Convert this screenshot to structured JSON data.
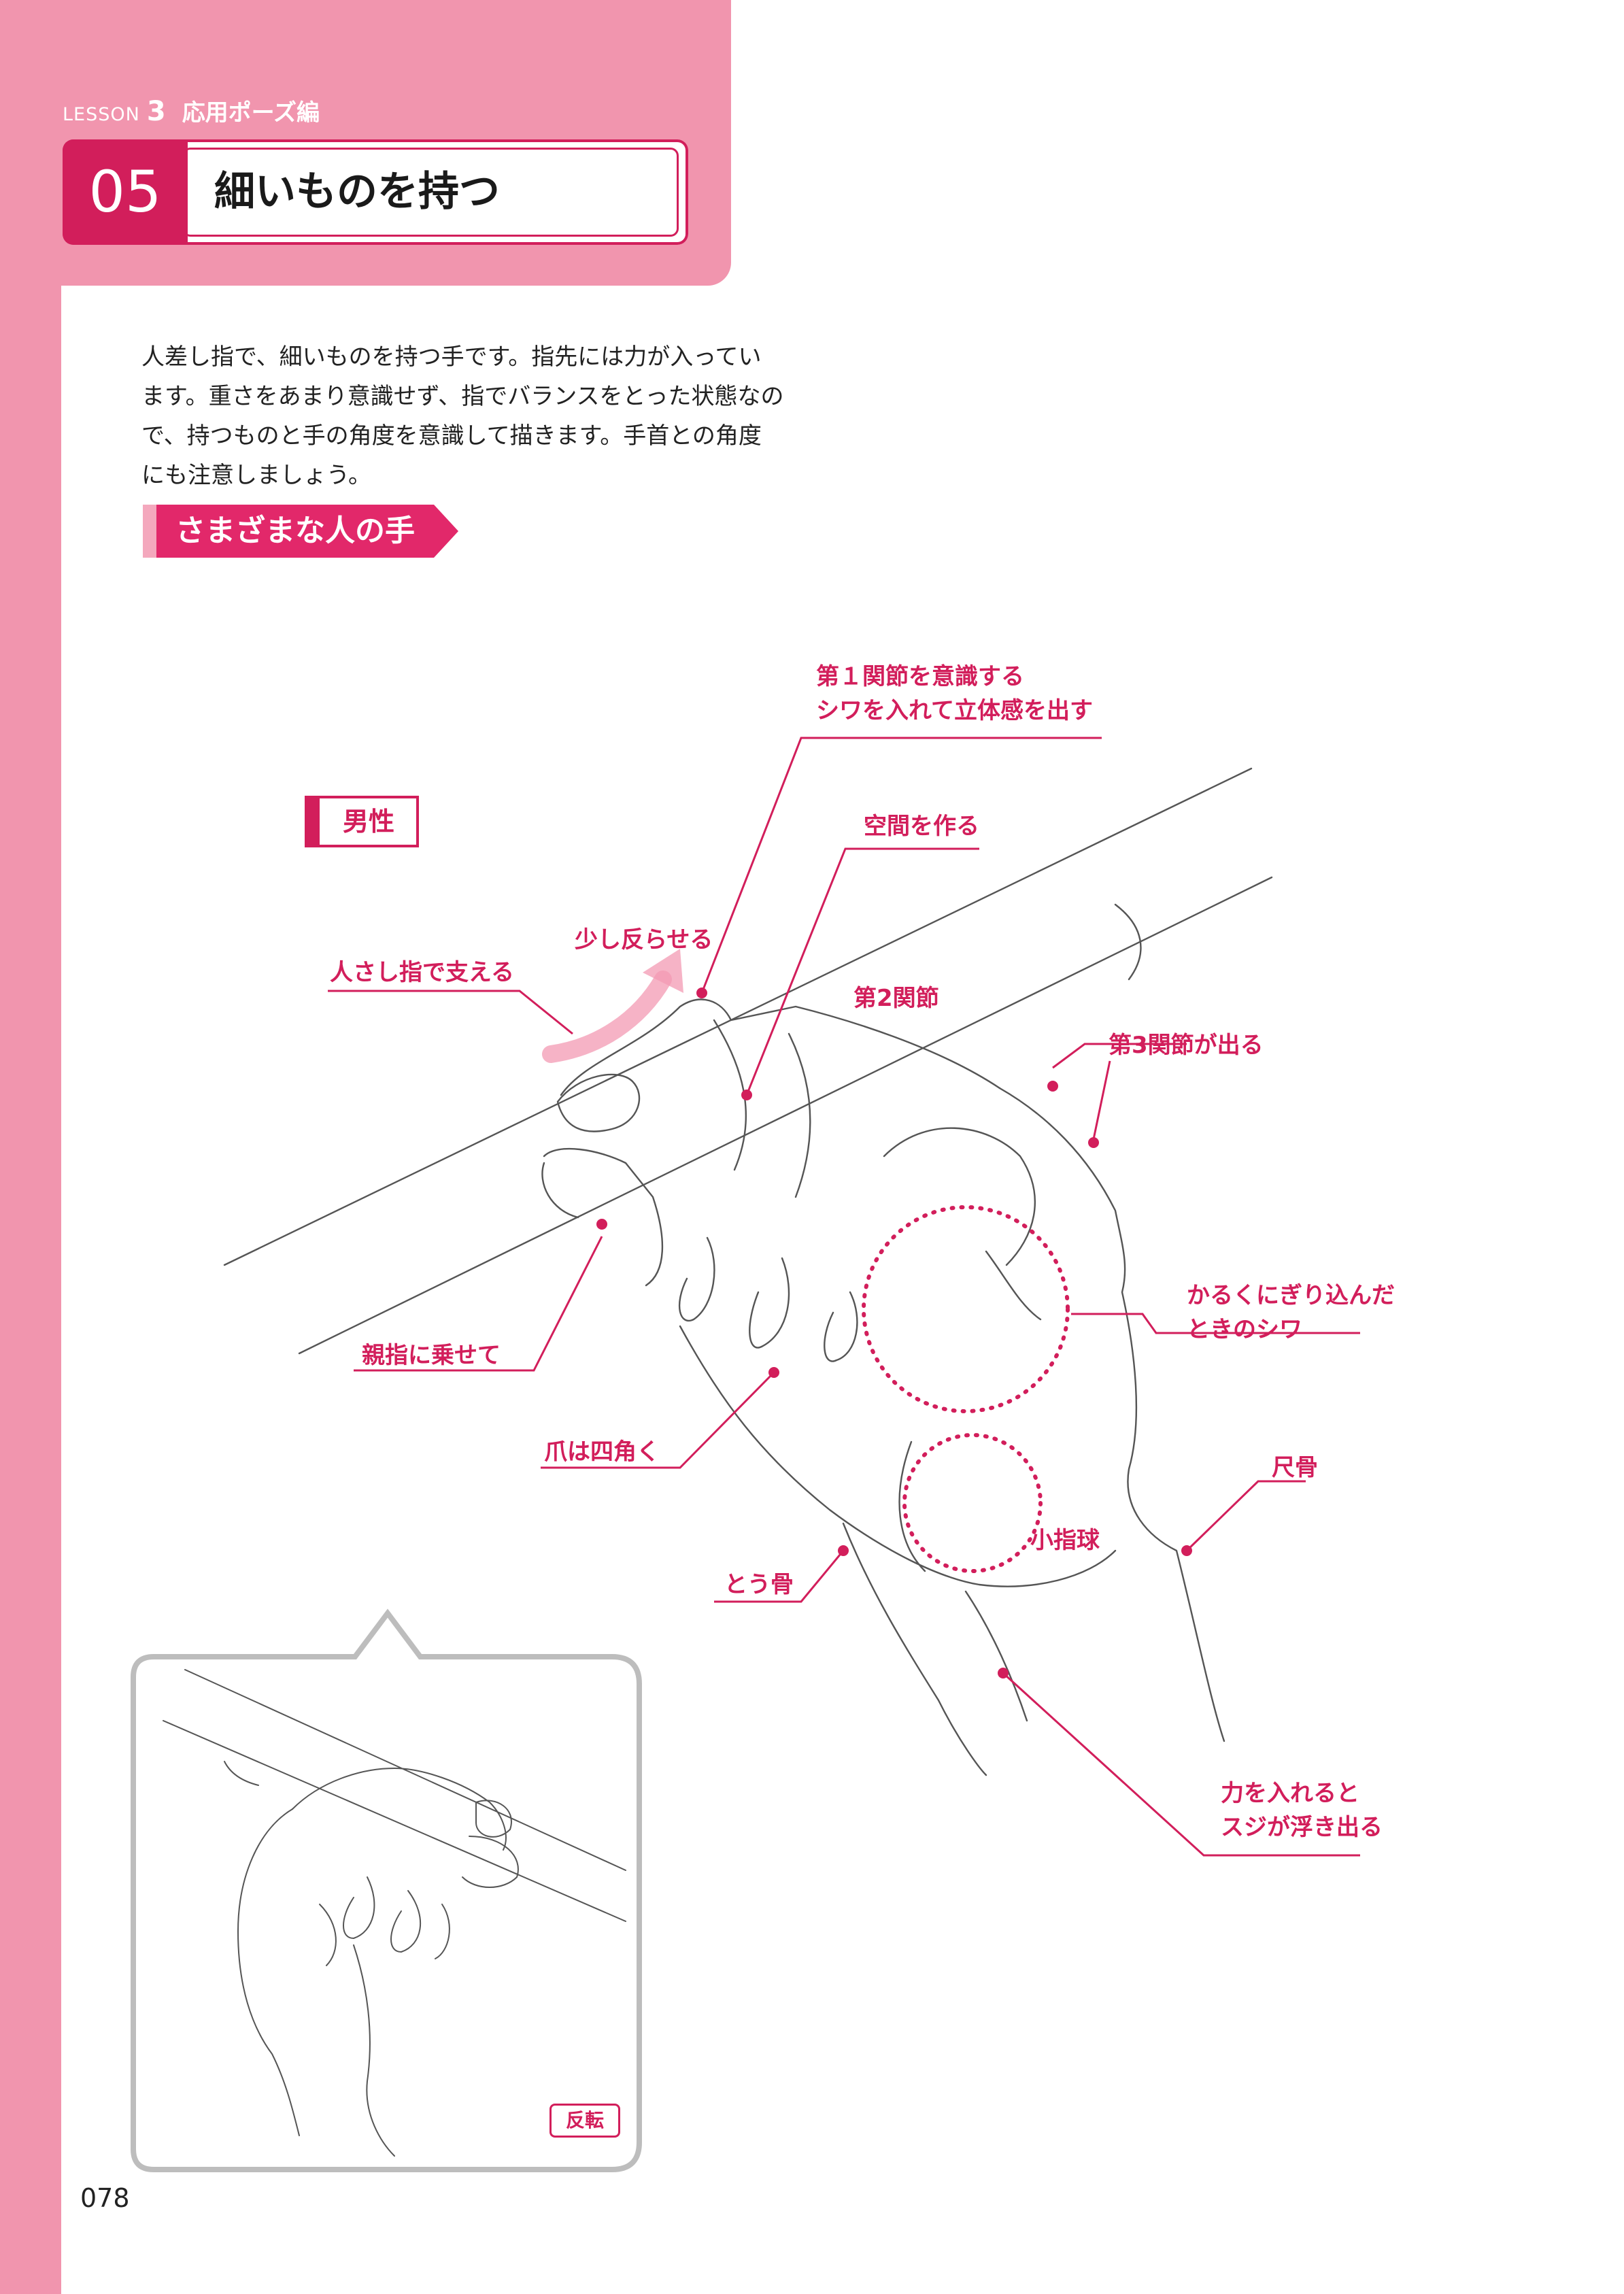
{
  "header": {
    "lesson_word": "LESSON",
    "lesson_number": "3",
    "lesson_title": "応用ポーズ編",
    "chapter_number": "05",
    "chapter_title": "細いものを持つ"
  },
  "intro": {
    "lines": [
      "人差し指で、細いものを持つ手です。指先には力が入ってい",
      "ます。重さをあまり意識せず、指でバランスをとった状態なの",
      "で、持つものと手の角度を意識して描きます。手首との角度",
      "にも注意しましょう。"
    ]
  },
  "section": {
    "label": "さまざまな人の手"
  },
  "figure": {
    "gender_tag": "男性",
    "annotations": {
      "joint1_line1": "第１関節を意識する",
      "joint1_line2": "シワを入れて立体感を出す",
      "space": "空間を作る",
      "bend": "少し反らせる",
      "index_support": "人さし指で支える",
      "joint2": "第2関節",
      "joint3": "第3関節が出る",
      "grip_line1": "かるくにぎり込んだ",
      "grip_line2": "ときのシワ",
      "thumb": "親指に乗せて",
      "nail": "爪は四角く",
      "ulna": "尺骨",
      "hypothenar": "小指球",
      "radius": "とう骨",
      "tendon_line1": "力を入れると",
      "tendon_line2": "スジが浮き出る"
    },
    "inset_label": "反転"
  },
  "footer": {
    "page_number": "078"
  },
  "colors": {
    "accent": "#d21e5b",
    "pink_band": "#f195ae",
    "tag_pink": "#e2286a"
  }
}
